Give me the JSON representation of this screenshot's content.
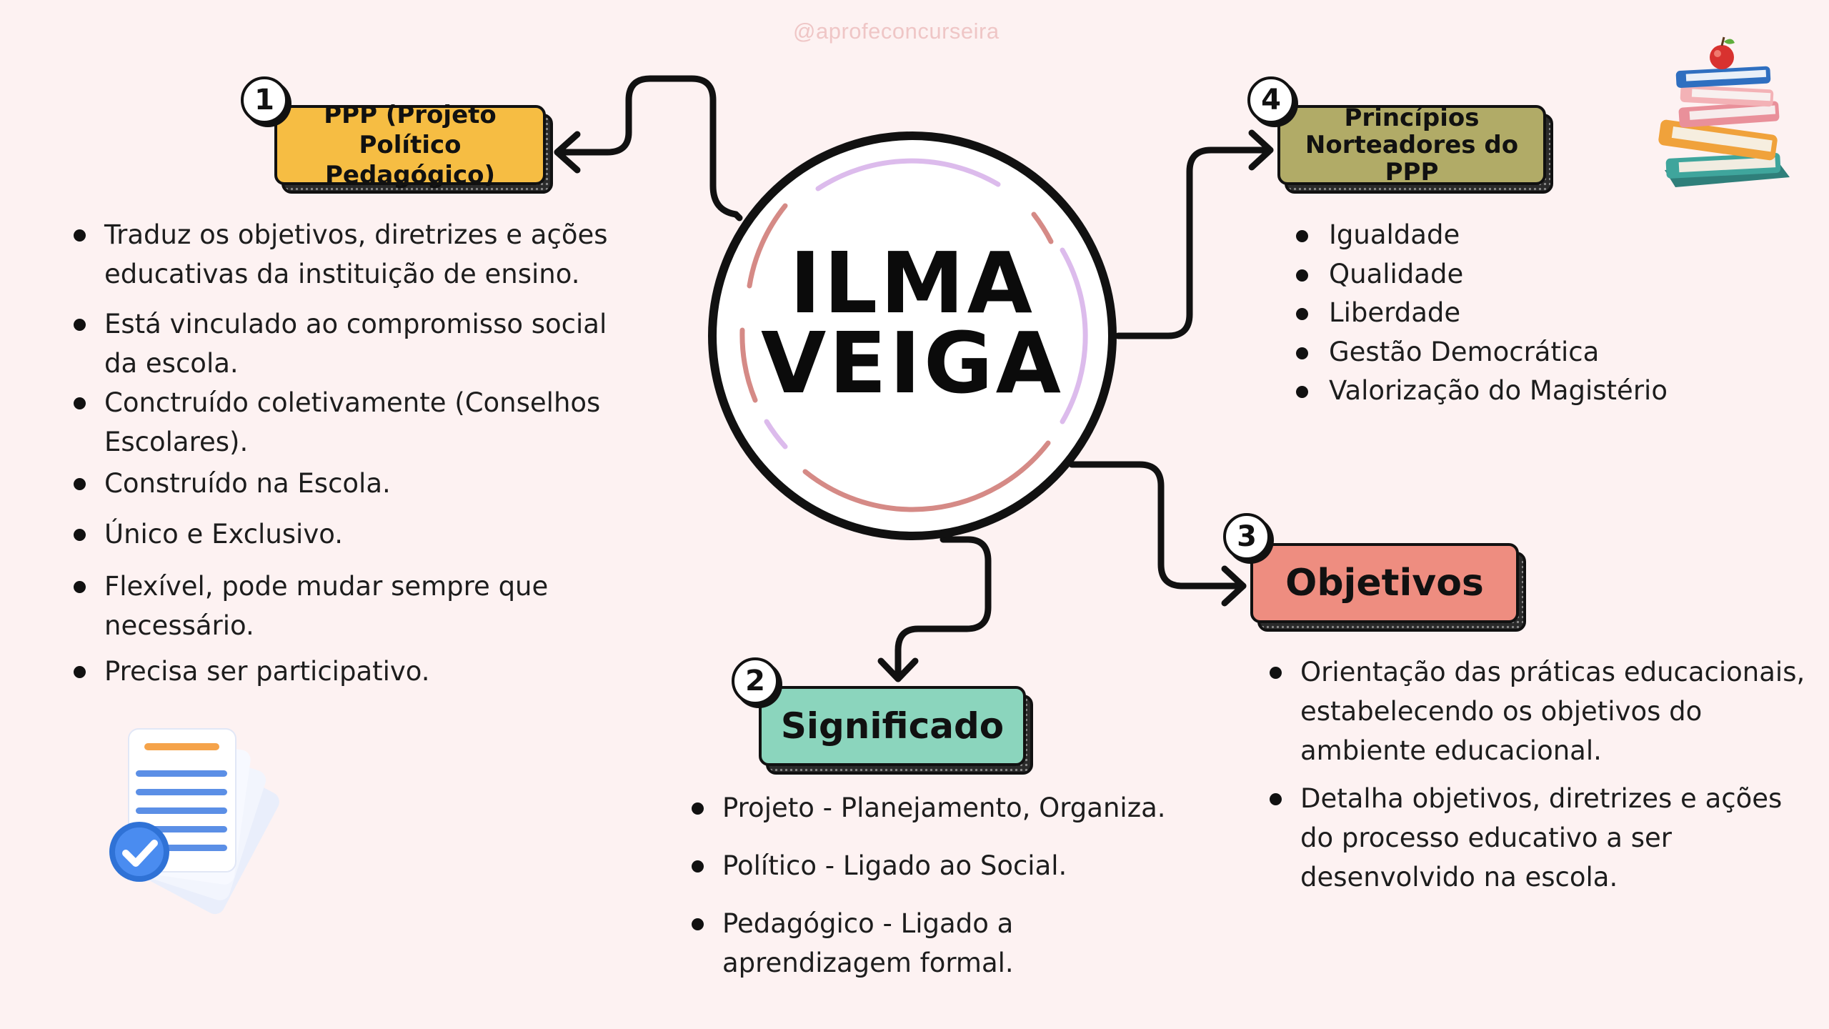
{
  "watermark": "@aprofeconcurseira",
  "center": {
    "line1": "ILMA",
    "line2": "VEIGA"
  },
  "topics": {
    "ppp": {
      "number": "1",
      "label_line1": "PPP (Projeto Político",
      "label_line2": "Pedagógico)",
      "color": "#f6bd43",
      "items": [
        "Traduz os objetivos, diretrizes e ações educativas da instituição de ensino.",
        "Está vinculado ao compromisso social da escola.",
        "Conctruído coletivamente (Conselhos Escolares).",
        "Construído na Escola.",
        "Único e Exclusivo.",
        "Flexível, pode mudar sempre que necessário.",
        "Precisa ser participativo."
      ]
    },
    "significado": {
      "number": "2",
      "label": "Significado",
      "color": "#8bd5bd",
      "items": [
        "Projeto - Planejamento, Organiza.",
        "Político - Ligado ao Social.",
        "Pedagógico - Ligado a aprendizagem formal."
      ]
    },
    "objetivos": {
      "number": "3",
      "label": "Objetivos",
      "color": "#ee8d80",
      "items": [
        "Orientação das práticas educacionais, estabelecendo os objetivos do ambiente educacional.",
        "Detalha objetivos, diretrizes e ações do processo educativo a ser desenvolvido na escola."
      ]
    },
    "principios": {
      "number": "4",
      "label_line1": "Princípios",
      "label_line2": "Norteadores do PPP",
      "color": "#b1ab67",
      "items": [
        "Igualdade",
        "Qualidade",
        "Liberdade",
        "Gestão Democrática",
        "Valorização do Magistério"
      ]
    }
  },
  "illustrations": {
    "books": "stack-of-books-with-apple",
    "document": "documents-with-checkmark"
  },
  "colors": {
    "background": "#fdf2f2",
    "ring_pink": "#d58a86",
    "ring_lilac": "#dcbbec"
  }
}
